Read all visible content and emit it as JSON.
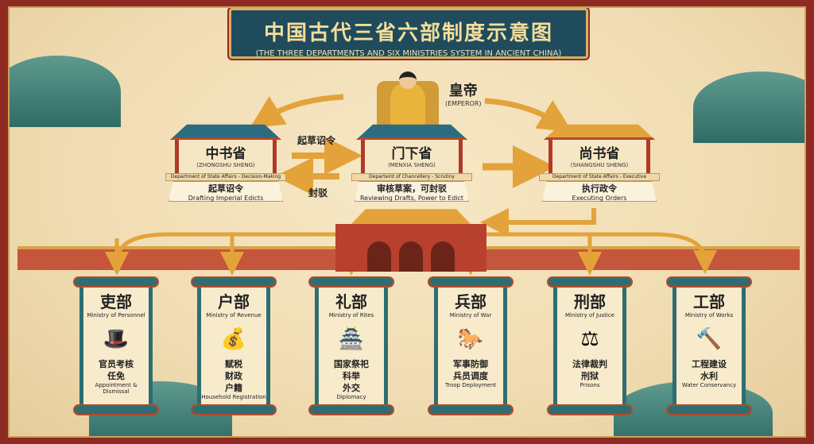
{
  "title": "中国古代三省六部制度示意图",
  "subtitle": "(THE THREE DEPARTMENTS AND SIX MINISTRIES SYSTEM IN ANCIENT CHINA)",
  "emperor": {
    "zh": "皇帝",
    "en": "(EMPEROR)"
  },
  "departments": [
    {
      "zh": "中书省",
      "pinyin": "(ZHONGSHU SHENG)",
      "role": "Department of State Affairs - Decision-Making",
      "duty_zh": "起草诏令",
      "duty_en": "Drafting Imperial Edicts"
    },
    {
      "zh": "门下省",
      "pinyin": "(MENXIA SHENG)",
      "role": "Departeint of Chancellery - Scrutiny",
      "duty_zh": "审核草案，可封驳",
      "duty_en": "Reviewing Drafts, Power to Edict"
    },
    {
      "zh": "尚书省",
      "pinyin": "(SHANGSHU SHENG)",
      "role": "Department of State Affairs - Executive",
      "duty_zh": "执行政令",
      "duty_en": "Executing Orders"
    }
  ],
  "flow_labels": {
    "draft": "起草诏令",
    "reject": "封驳"
  },
  "ministries": [
    {
      "zh": "吏部",
      "en": "Ministry of Personnel",
      "icon": "official-hat",
      "duty_zh": [
        "官员考核",
        "任免"
      ],
      "duty_en": "Appointment & Dismissal"
    },
    {
      "zh": "户部",
      "en": "Ministry of Revenue",
      "icon": "money-bags-grain",
      "duty_zh": [
        "赋税",
        "财政",
        "户籍"
      ],
      "duty_en": "Household Registration"
    },
    {
      "zh": "礼部",
      "en": "Ministry of Rites",
      "icon": "temple-books",
      "duty_zh": [
        "国家祭祀",
        "科举",
        "外交"
      ],
      "duty_en": "Diplomacy"
    },
    {
      "zh": "兵部",
      "en": "Ministry of War",
      "icon": "spears-horse",
      "duty_zh": [
        "军事防御",
        "兵员调度"
      ],
      "duty_en": "Troop Deployment"
    },
    {
      "zh": "刑部",
      "en": "Ministry of Justice",
      "icon": "scales-law-scroll",
      "duty_zh": [
        "法律裁判",
        "刑狱"
      ],
      "duty_en": "Prisons"
    },
    {
      "zh": "工部",
      "en": "Ministry of Works",
      "icon": "hammer-wrench",
      "duty_zh": [
        "工程建设",
        "水利"
      ],
      "duty_en": "Water Conservancy"
    }
  ],
  "colors": {
    "frame": "#8e2a22",
    "banner": "#1f4b5c",
    "gold": "#e3a33a",
    "teal": "#2e6e72",
    "paper": "#f8ebcc"
  }
}
